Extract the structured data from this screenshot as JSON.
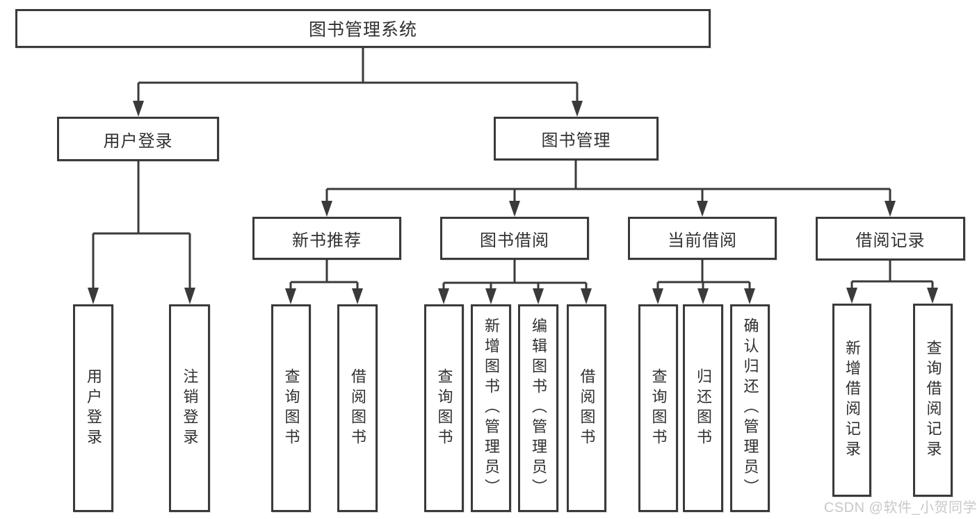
{
  "colors": {
    "line": "#3a3a3a",
    "box_border": "#3a3a3a",
    "text": "#303030",
    "background": "#ffffff",
    "watermark": "#c8c8c8"
  },
  "watermark": {
    "text": "CSDN @软件_小贺同学"
  },
  "tree": {
    "root": {
      "label": "图书管理系统"
    },
    "user_login": {
      "label": "用户登录"
    },
    "book_management": {
      "label": "图书管理"
    },
    "new_book_recommend": {
      "label": "新书推荐"
    },
    "book_borrow": {
      "label": "图书借阅"
    },
    "current_borrow": {
      "label": "当前借阅"
    },
    "borrow_record": {
      "label": "借阅记录"
    },
    "leaf_user_login": {
      "label": "用户登录"
    },
    "leaf_logout": {
      "label": "注销登录"
    },
    "leaf_recommend_query_book": {
      "label": "查询图书"
    },
    "leaf_recommend_borrow_book": {
      "label": "借阅图书"
    },
    "leaf_borrow_query_book": {
      "label": "查询图书"
    },
    "leaf_borrow_add_book": {
      "label": "新增图书（管理员）"
    },
    "leaf_borrow_edit_book": {
      "label": "编辑图书（管理员）"
    },
    "leaf_borrow_borrow_book": {
      "label": "借阅图书"
    },
    "leaf_current_query_book": {
      "label": "查询图书"
    },
    "leaf_current_return_book": {
      "label": "归还图书"
    },
    "leaf_current_confirm_return": {
      "label": "确认归还（管理员）"
    },
    "leaf_record_add": {
      "label": "新增借阅记录"
    },
    "leaf_record_query": {
      "label": "查询借阅记录"
    }
  }
}
